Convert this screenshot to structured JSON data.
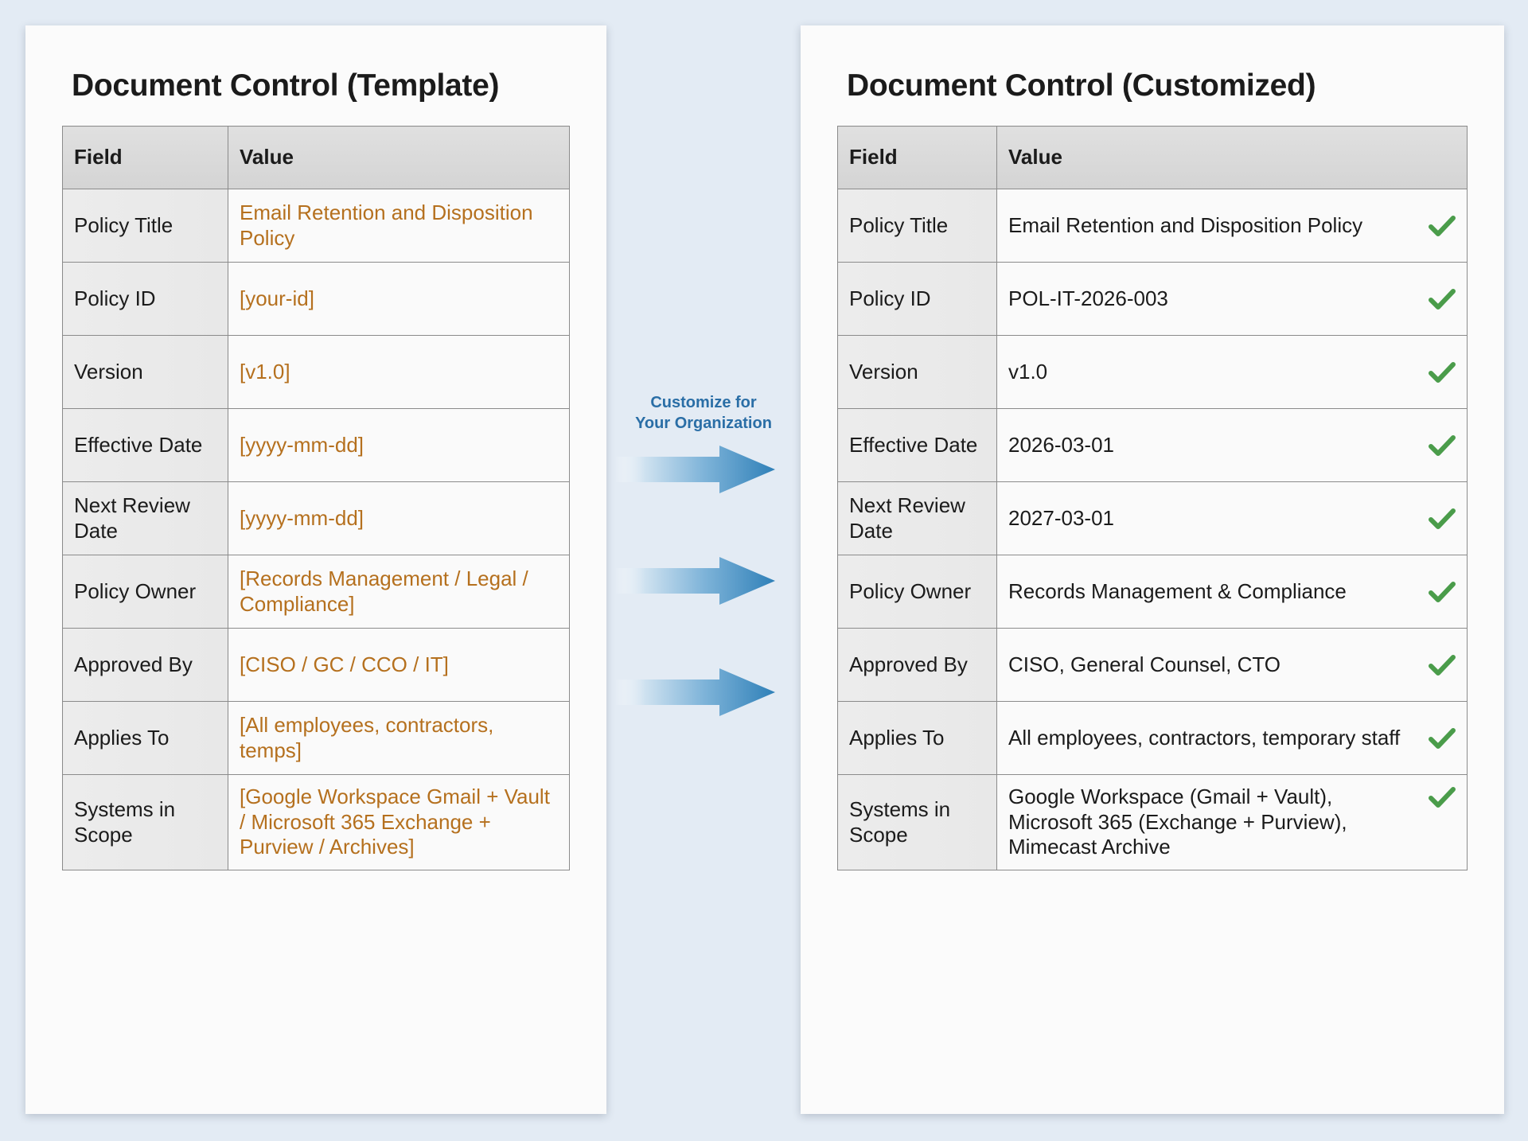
{
  "background_color": "#e3ebf4",
  "accent_colors": {
    "placeholder_orange": "#b5701e",
    "check_green": "#4a9c4a",
    "arrow_blue": "#2f80b8",
    "label_blue": "#2a6ea6"
  },
  "left_panel": {
    "title": "Document Control (Template)",
    "columns": [
      "Field",
      "Value"
    ],
    "rows": [
      {
        "field": "Policy Title",
        "value": "Email Retention and Disposition Policy"
      },
      {
        "field": "Policy ID",
        "value": "[your-id]"
      },
      {
        "field": "Version",
        "value": "[v1.0]"
      },
      {
        "field": "Effective Date",
        "value": "[yyyy-mm-dd]"
      },
      {
        "field": "Next Review Date",
        "value": "[yyyy-mm-dd]"
      },
      {
        "field": "Policy Owner",
        "value": "[Records Management / Legal / Compliance]"
      },
      {
        "field": "Approved By",
        "value": "[CISO / GC / CCO / IT]"
      },
      {
        "field": "Applies To",
        "value": "[All employees, contractors, temps]"
      },
      {
        "field": "Systems in Scope",
        "value": "[Google Workspace Gmail + Vault / Microsoft 365 Exchange + Purview / Archives]"
      }
    ]
  },
  "middle": {
    "label_line1": "Customize for",
    "label_line2": "Your Organization",
    "arrow_count": 3,
    "arrow_icon": "arrow-right-icon"
  },
  "right_panel": {
    "title": "Document Control (Customized)",
    "columns": [
      "Field",
      "Value"
    ],
    "check_icon": "check-icon",
    "rows": [
      {
        "field": "Policy Title",
        "value": "Email Retention and Disposition Policy",
        "checked": true
      },
      {
        "field": "Policy ID",
        "value": "POL-IT-2026-003",
        "checked": true
      },
      {
        "field": "Version",
        "value": "v1.0",
        "checked": true
      },
      {
        "field": "Effective Date",
        "value": "2026-03-01",
        "checked": true
      },
      {
        "field": "Next Review Date",
        "value": "2027-03-01",
        "checked": true
      },
      {
        "field": "Policy Owner",
        "value": "Records Management & Compliance",
        "checked": true
      },
      {
        "field": "Approved By",
        "value": "CISO, General Counsel, CTO",
        "checked": true
      },
      {
        "field": "Applies To",
        "value": "All employees, contractors, temporary staff",
        "checked": true
      },
      {
        "field": "Systems in Scope",
        "value": "Google Workspace (Gmail + Vault), Microsoft 365 (Exchange + Purview), Mimecast Archive",
        "checked": true
      }
    ]
  }
}
